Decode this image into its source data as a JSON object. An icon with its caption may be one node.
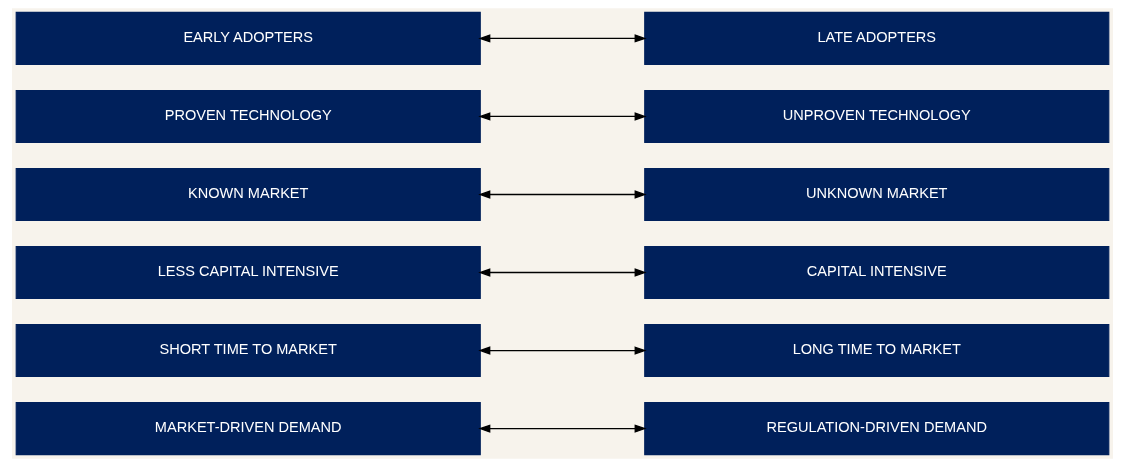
{
  "diagram": {
    "nodes": [
      {
        "text": [
          "MARKET-DRIVEN DEMAND"
        ]
      },
      {
        "text": [
          "REGULATION-DRIVEN DEMAND"
        ]
      },
      {
        "text": [
          "SHORT TIME TO MARKET"
        ]
      },
      {
        "text": [
          "LONG TIME TO MARKET"
        ]
      },
      {
        "text": [
          "LESS CAPITAL INTENSIVE"
        ]
      },
      {
        "text": [
          "CAPITAL INTENSIVE"
        ]
      },
      {
        "text": [
          "KNOWN MARKET"
        ]
      },
      {
        "text": [
          "UNKNOWN MARKET"
        ]
      },
      {
        "text": [
          "PROVEN TECHNOLOGY"
        ]
      },
      {
        "text": [
          "UNPROVEN TECHNOLOGY"
        ]
      },
      {
        "text": [
          "EARLY ADOPTERS"
        ]
      },
      {
        "text": [
          "LATE ADOPTERS"
        ]
      }
    ],
    "edges": [
      {
        "from": 0,
        "to": 1,
        "arrow": "both"
      },
      {
        "from": 2,
        "to": 3,
        "arrow": "both"
      },
      {
        "from": 4,
        "to": 5,
        "arrow": "both"
      },
      {
        "from": 6,
        "to": 7,
        "arrow": "both"
      },
      {
        "from": 8,
        "to": 9,
        "arrow": "both"
      },
      {
        "from": 10,
        "to": 11,
        "arrow": "both"
      }
    ]
  }
}
